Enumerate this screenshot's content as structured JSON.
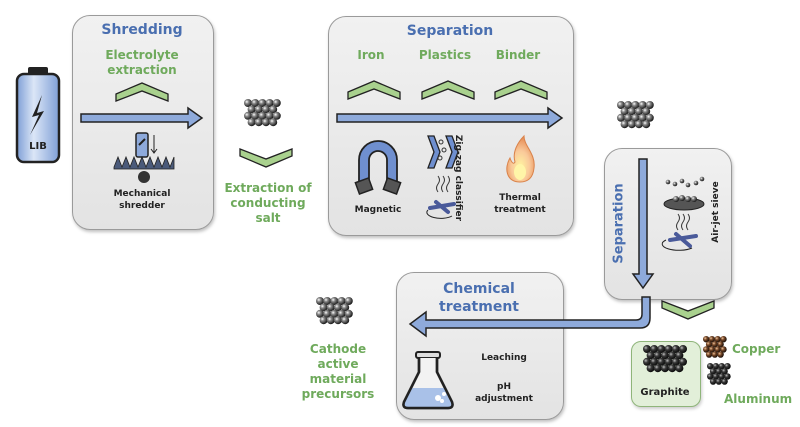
{
  "battery": {
    "label": "LIB"
  },
  "shredding": {
    "title": "Shredding",
    "removed": "Electrolyte\nextraction",
    "equipment": "Mechanical\nshredder"
  },
  "salt": {
    "label": "Extraction of\nconducting salt"
  },
  "separation1": {
    "title": "Separation",
    "removed": [
      {
        "label": "Iron",
        "equipment": "Magnetic"
      },
      {
        "label": "Plastics",
        "equipment": "Zig-zag classifier"
      },
      {
        "label": "Binder",
        "equipment": "Thermal\ntreatment"
      }
    ]
  },
  "separation2": {
    "title": "Separation",
    "equipment": "Air-jet sieve"
  },
  "chemical": {
    "title": "Chemical\ntreatment",
    "steps": [
      "Leaching",
      "pH\nadjustment"
    ]
  },
  "products": {
    "cathode": "Cathode\nactive\nmaterial\nprecursors",
    "graphite": "Graphite",
    "copper": "Copper",
    "aluminum": "Aluminum"
  },
  "colors": {
    "arrow_blue": "#8eaadb",
    "title_blue": "#4a6fb0",
    "chevron_green": "#a9d18e",
    "label_green": "#6faa5c"
  }
}
